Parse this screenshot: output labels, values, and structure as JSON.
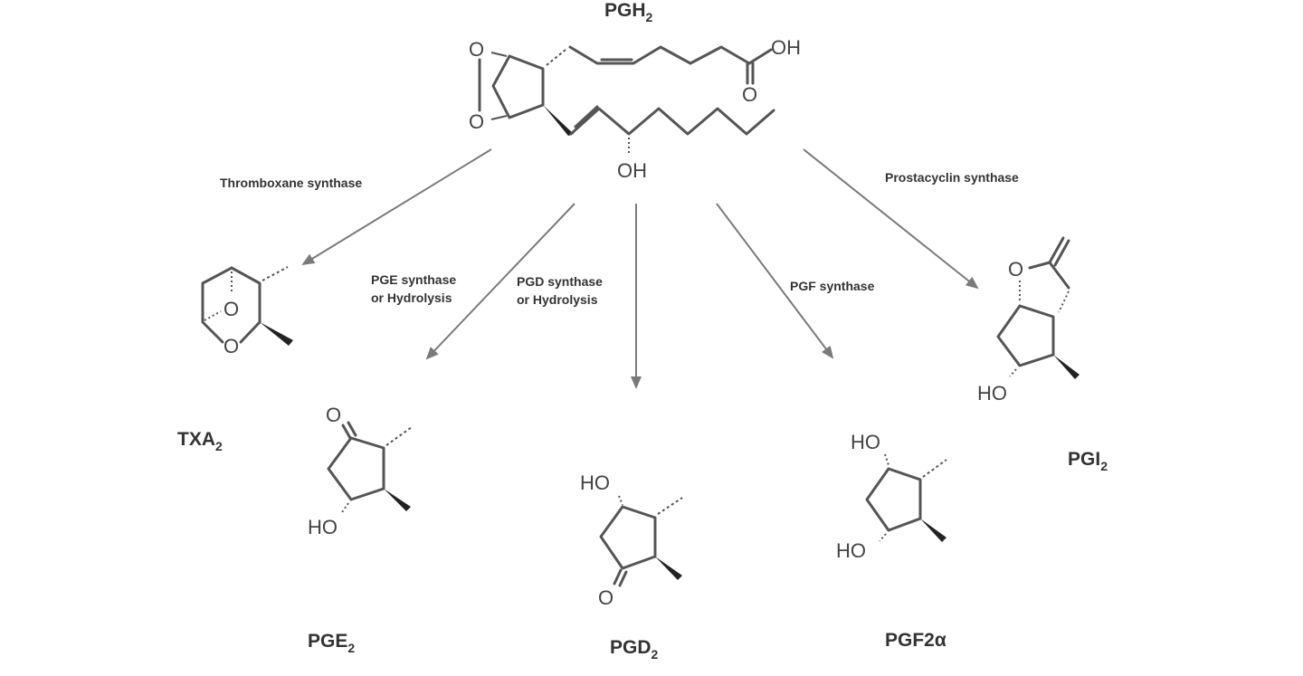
{
  "title": "Prostanoid biosynthesis from PGH2",
  "precursor": {
    "name": "PGH",
    "subscript": "2",
    "atoms": {
      "acid_oh": "OH",
      "acid_o": "O",
      "endo_o1": "O",
      "endo_o2": "O",
      "side_oh": "OH"
    }
  },
  "enzymes": [
    {
      "id": "thromboxane",
      "lines": [
        "Thromboxane synthase"
      ]
    },
    {
      "id": "pge",
      "lines": [
        "PGE synthase",
        "or Hydrolysis"
      ]
    },
    {
      "id": "pgd",
      "lines": [
        "PGD synthase",
        "or Hydrolysis"
      ]
    },
    {
      "id": "pgf",
      "lines": [
        "PGF synthase"
      ]
    },
    {
      "id": "prostacyclin",
      "lines": [
        "Prostacyclin synthase"
      ]
    }
  ],
  "products": [
    {
      "id": "txa2",
      "name": "TXA",
      "subscript": "2",
      "atoms": [
        "O",
        "O"
      ]
    },
    {
      "id": "pge2",
      "name": "PGE",
      "subscript": "2",
      "atoms": [
        "O",
        "HO"
      ]
    },
    {
      "id": "pgd2",
      "name": "PGD",
      "subscript": "2",
      "atoms": [
        "HO",
        "O"
      ]
    },
    {
      "id": "pgf2a",
      "name": "PGF2α",
      "subscript": "",
      "atoms": [
        "HO",
        "HO"
      ]
    },
    {
      "id": "pgi2",
      "name": "PGI",
      "subscript": "2",
      "atoms": [
        "O",
        "HO"
      ]
    }
  ]
}
